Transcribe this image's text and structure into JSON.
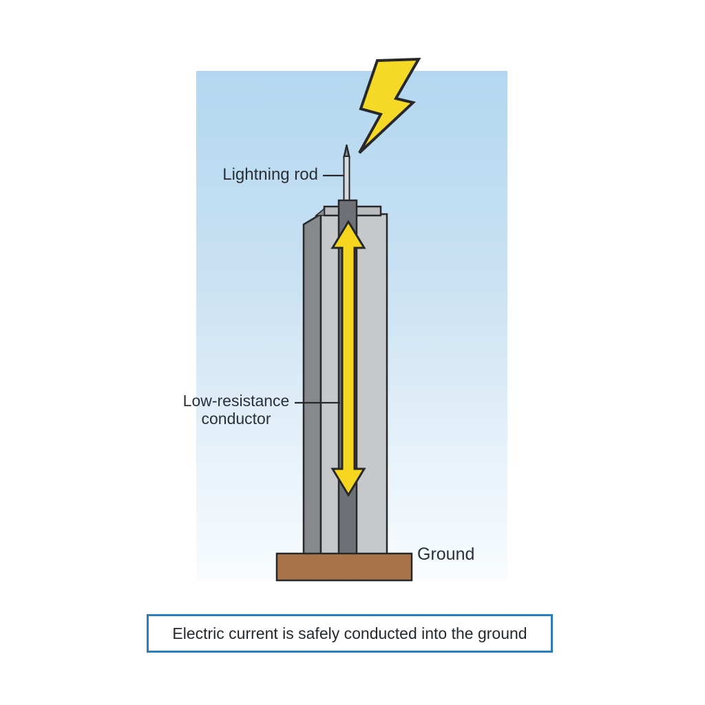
{
  "diagram": {
    "title_context": "Lightning rod safety diagram",
    "labels": {
      "lightning_rod": "Lightning rod",
      "low_resistance_conductor": "Low-resistance conductor",
      "ground": "Ground"
    },
    "caption": "Electric current is safely conducted into the ground",
    "colors": {
      "sky_top": "#b3d7ef",
      "sky_bottom": "#f8fcfe",
      "bolt_yellow": "#f6d826",
      "arrow_yellow": "#f7d61f",
      "building_front": "#c6c8ca",
      "building_side": "#87898c",
      "roof_parapet": "#b9bbbe",
      "conductor_dark": "#6e7277",
      "rod_gray": "#d7d9db",
      "ground_brown": "#a9744a",
      "outline": "#26282b",
      "caption_border": "#2b7bb9",
      "label_text": "#2b3036"
    }
  }
}
